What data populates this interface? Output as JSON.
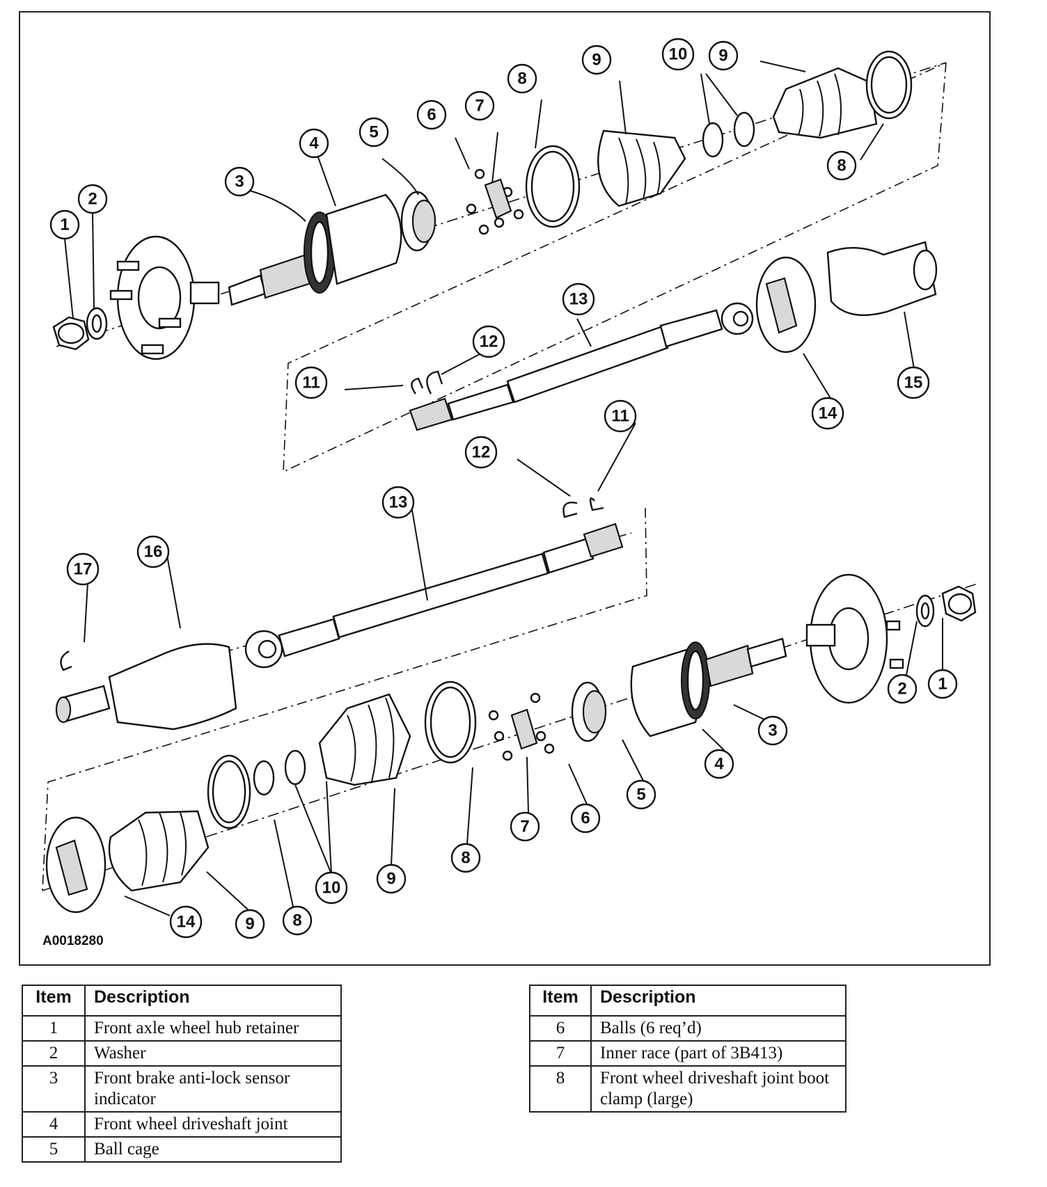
{
  "figure": {
    "id": "A0018280",
    "callouts": [
      "1",
      "2",
      "3",
      "4",
      "5",
      "6",
      "7",
      "8",
      "9",
      "10",
      "11",
      "12",
      "13",
      "14",
      "15",
      "16",
      "17"
    ]
  },
  "parts_table": {
    "header": {
      "item": "Item",
      "description": "Description"
    },
    "left_rows": [
      {
        "item": "1",
        "description": "Front axle wheel hub retainer"
      },
      {
        "item": "2",
        "description": "Washer"
      },
      {
        "item": "3",
        "description": "Front brake anti-lock sensor indicator"
      },
      {
        "item": "4",
        "description": "Front wheel driveshaft joint"
      },
      {
        "item": "5",
        "description": "Ball cage"
      }
    ],
    "right_rows": [
      {
        "item": "6",
        "description": "Balls (6 req’d)"
      },
      {
        "item": "7",
        "description": "Inner race (part of 3B413)"
      },
      {
        "item": "8",
        "description": "Front wheel driveshaft joint boot clamp (large)"
      }
    ]
  }
}
